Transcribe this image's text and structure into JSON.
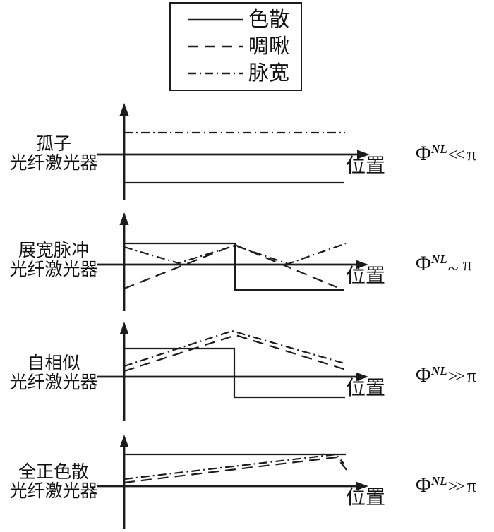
{
  "page": {
    "bg": "#ffffff",
    "line_color": "#1c1c1c"
  },
  "line_styles": {
    "solid": "",
    "dashed": "15,9",
    "dashdot": "12,5,2,5"
  },
  "legend": {
    "items": [
      {
        "label": "色散",
        "style": "solid"
      },
      {
        "label": "啁啾",
        "style": "dashed"
      },
      {
        "label": "脉宽",
        "style": "dashdot"
      }
    ]
  },
  "chart_data": {
    "type": "line",
    "title": "",
    "xlabel": "位置",
    "ylabel": "",
    "grid": false,
    "legend_position": "top",
    "coordinate_space": "page_px",
    "panels": [
      {
        "name": "soliton",
        "label_line1": "孤子",
        "label_line2": "光纤激光器",
        "x_axis_label": "位置",
        "phase_label": {
          "phi": "Φ",
          "sup": "NL",
          "relation": "<<",
          "pi": "π"
        },
        "axes": {
          "v": {
            "x": 176,
            "y_top": 146,
            "y_bottom": 284
          },
          "h": {
            "y": 219,
            "x_left": 138,
            "x_right": 524
          }
        },
        "series": [
          {
            "name": "脉宽",
            "style": "dashdot",
            "points": [
              [
                176,
                188
              ],
              [
                489,
                188
              ]
            ]
          },
          {
            "name": "色散",
            "style": "solid",
            "points": [
              [
                176,
                259
              ],
              [
                488,
                259
              ]
            ]
          }
        ]
      },
      {
        "name": "stretched-pulse",
        "label_line1": "展宽脉冲",
        "label_line2": "光纤激光器",
        "x_axis_label": "位置",
        "phase_label": {
          "phi": "Φ",
          "sup": "NL",
          "relation": "~",
          "pi": "π"
        },
        "axes": {
          "v": {
            "x": 176,
            "y_top": 301,
            "y_bottom": 441
          },
          "h": {
            "y": 375,
            "x_left": 138,
            "x_right": 522
          }
        },
        "series": [
          {
            "name": "色散",
            "style": "solid",
            "points": [
              [
                176,
                345
              ],
              [
                333,
                345
              ],
              [
                333,
                411
              ],
              [
                488,
                411
              ]
            ]
          },
          {
            "name": "啁啾",
            "style": "dashed",
            "points": [
              [
                176,
                409
              ],
              [
                333,
                347
              ],
              [
                477,
                407
              ]
            ]
          },
          {
            "name": "脉宽",
            "style": "dashdot",
            "points": [
              [
                176,
                350
              ],
              [
                253,
                373
              ],
              [
                333,
                348
              ],
              [
                408,
                374
              ],
              [
                490,
                345
              ]
            ]
          }
        ]
      },
      {
        "name": "self-similar",
        "label_line1": "自相似",
        "label_line2": "光纤激光器",
        "x_axis_label": "位置",
        "phase_label": {
          "phi": "Φ",
          "sup": "NL",
          "relation": ">>",
          "pi": "π"
        },
        "axes": {
          "v": {
            "x": 176,
            "y_top": 456,
            "y_bottom": 596
          },
          "h": {
            "y": 534,
            "x_left": 138,
            "x_right": 522
          }
        },
        "series": [
          {
            "name": "色散",
            "style": "solid",
            "points": [
              [
                176,
                494
              ],
              [
                332,
                494
              ],
              [
                332,
                563
              ],
              [
                489,
                563
              ]
            ]
          },
          {
            "name": "啁啾",
            "style": "dashed",
            "points": [
              [
                176,
                526
              ],
              [
                334,
                475
              ],
              [
                490,
                524
              ]
            ]
          },
          {
            "name": "脉宽",
            "style": "dashdot",
            "points": [
              [
                176,
                519
              ],
              [
                329,
                469
              ],
              [
                488,
                515
              ]
            ]
          }
        ]
      },
      {
        "name": "all-normal-dispersion",
        "label_line1": "全正色散",
        "label_line2": "光纤激光器",
        "x_axis_label": "位置",
        "phase_label": {
          "phi": "Φ",
          "sup": "NL",
          "relation": ">>",
          "pi": "π"
        },
        "axes": {
          "v": {
            "x": 176,
            "y_top": 616,
            "y_bottom": 750
          },
          "h": {
            "y": 689,
            "x_left": 138,
            "x_right": 522
          }
        },
        "series": [
          {
            "name": "色散",
            "style": "solid",
            "points": [
              [
                176,
                644
              ],
              [
                490,
                644
              ]
            ]
          },
          {
            "name": "啁啾",
            "style": "dashed",
            "points": [
              [
                176,
                684
              ],
              [
                477,
                648
              ],
              [
                491,
                666
              ]
            ]
          },
          {
            "name": "脉宽",
            "style": "dashdot",
            "points": [
              [
                176,
                679
              ],
              [
                476,
                644
              ],
              [
                487,
                657
              ]
            ]
          }
        ]
      }
    ]
  }
}
